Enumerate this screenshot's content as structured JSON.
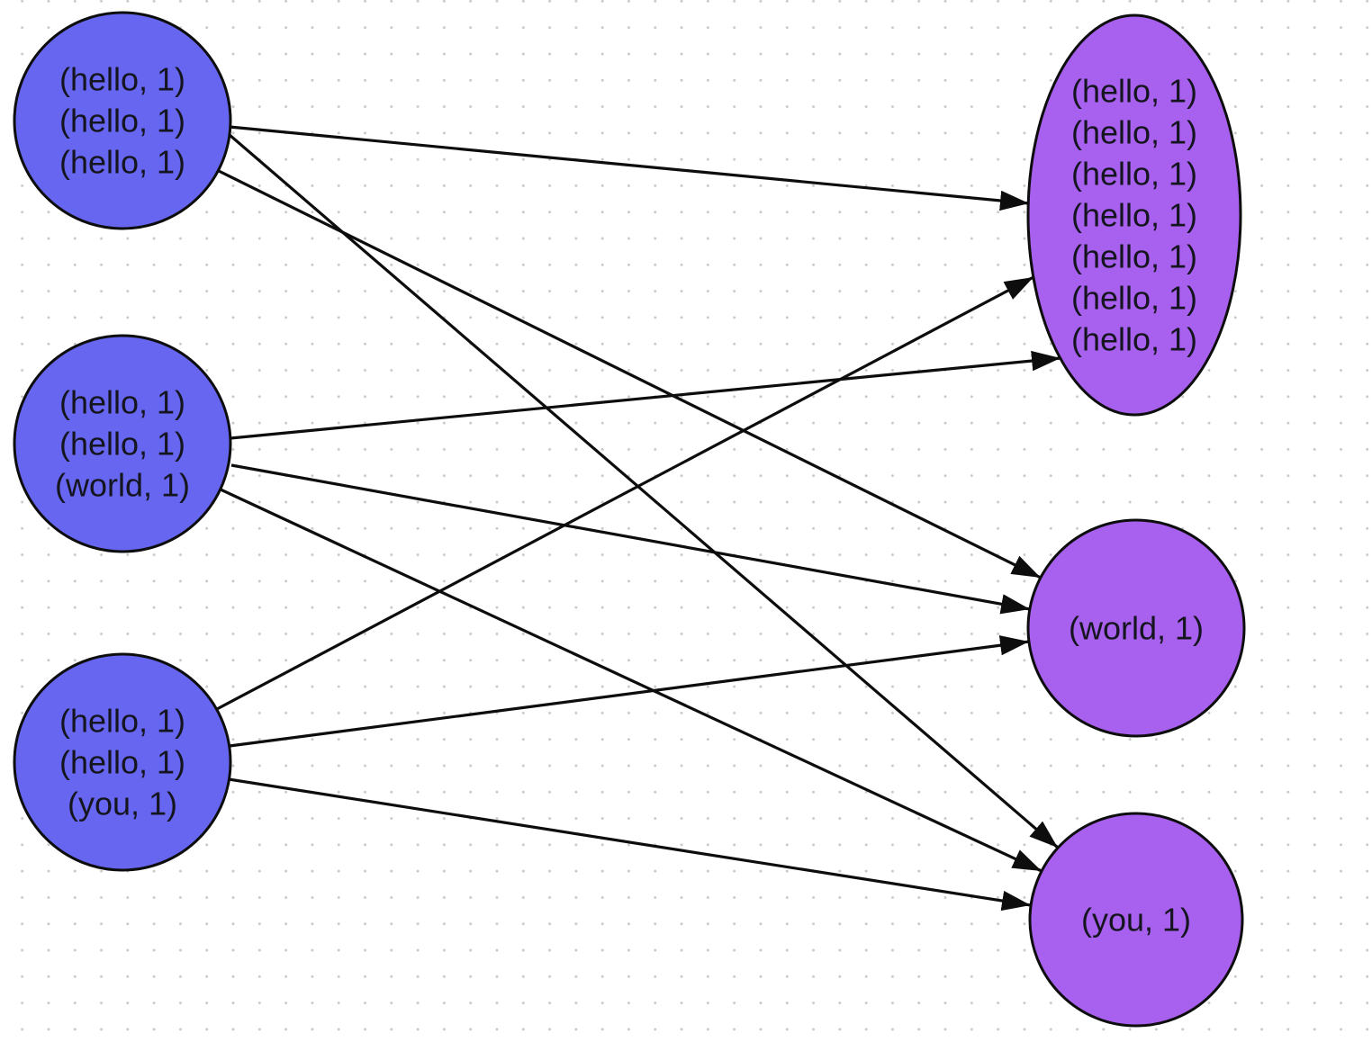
{
  "diagram": {
    "kind": "map-shuffle-grouping",
    "nodes": [
      {
        "id": "mapper-1",
        "side": "left",
        "shape": "circle",
        "lines": [
          "(hello, 1)",
          "(hello, 1)",
          "(hello, 1)"
        ]
      },
      {
        "id": "mapper-2",
        "side": "left",
        "shape": "circle",
        "lines": [
          "(hello, 1)",
          "(hello, 1)",
          "(world, 1)"
        ]
      },
      {
        "id": "mapper-3",
        "side": "left",
        "shape": "circle",
        "lines": [
          "(hello, 1)",
          "(hello, 1)",
          "(you, 1)"
        ]
      },
      {
        "id": "group-hello",
        "side": "right",
        "shape": "ellipse",
        "lines": [
          "(hello, 1)",
          "(hello, 1)",
          "(hello, 1)",
          "(hello, 1)",
          "(hello, 1)",
          "(hello, 1)",
          "(hello, 1)"
        ]
      },
      {
        "id": "group-world",
        "side": "right",
        "shape": "circle",
        "lines": [
          "(world, 1)"
        ]
      },
      {
        "id": "group-you",
        "side": "right",
        "shape": "circle",
        "lines": [
          "(you, 1)"
        ]
      }
    ],
    "edges": [
      {
        "from": "mapper-1",
        "to": "group-hello"
      },
      {
        "from": "mapper-1",
        "to": "group-world"
      },
      {
        "from": "mapper-1",
        "to": "group-you"
      },
      {
        "from": "mapper-2",
        "to": "group-hello"
      },
      {
        "from": "mapper-2",
        "to": "group-world"
      },
      {
        "from": "mapper-2",
        "to": "group-you"
      },
      {
        "from": "mapper-3",
        "to": "group-hello"
      },
      {
        "from": "mapper-3",
        "to": "group-world"
      },
      {
        "from": "mapper-3",
        "to": "group-you"
      }
    ],
    "colors": {
      "left_node_fill": "#6666F0",
      "right_node_fill": "#A860EE",
      "node_border": "#0d0d0d",
      "edge": "#0d0d0d",
      "text": "#15151f",
      "background": "#ffffff",
      "grid_dot": "#c9c9c9"
    }
  }
}
